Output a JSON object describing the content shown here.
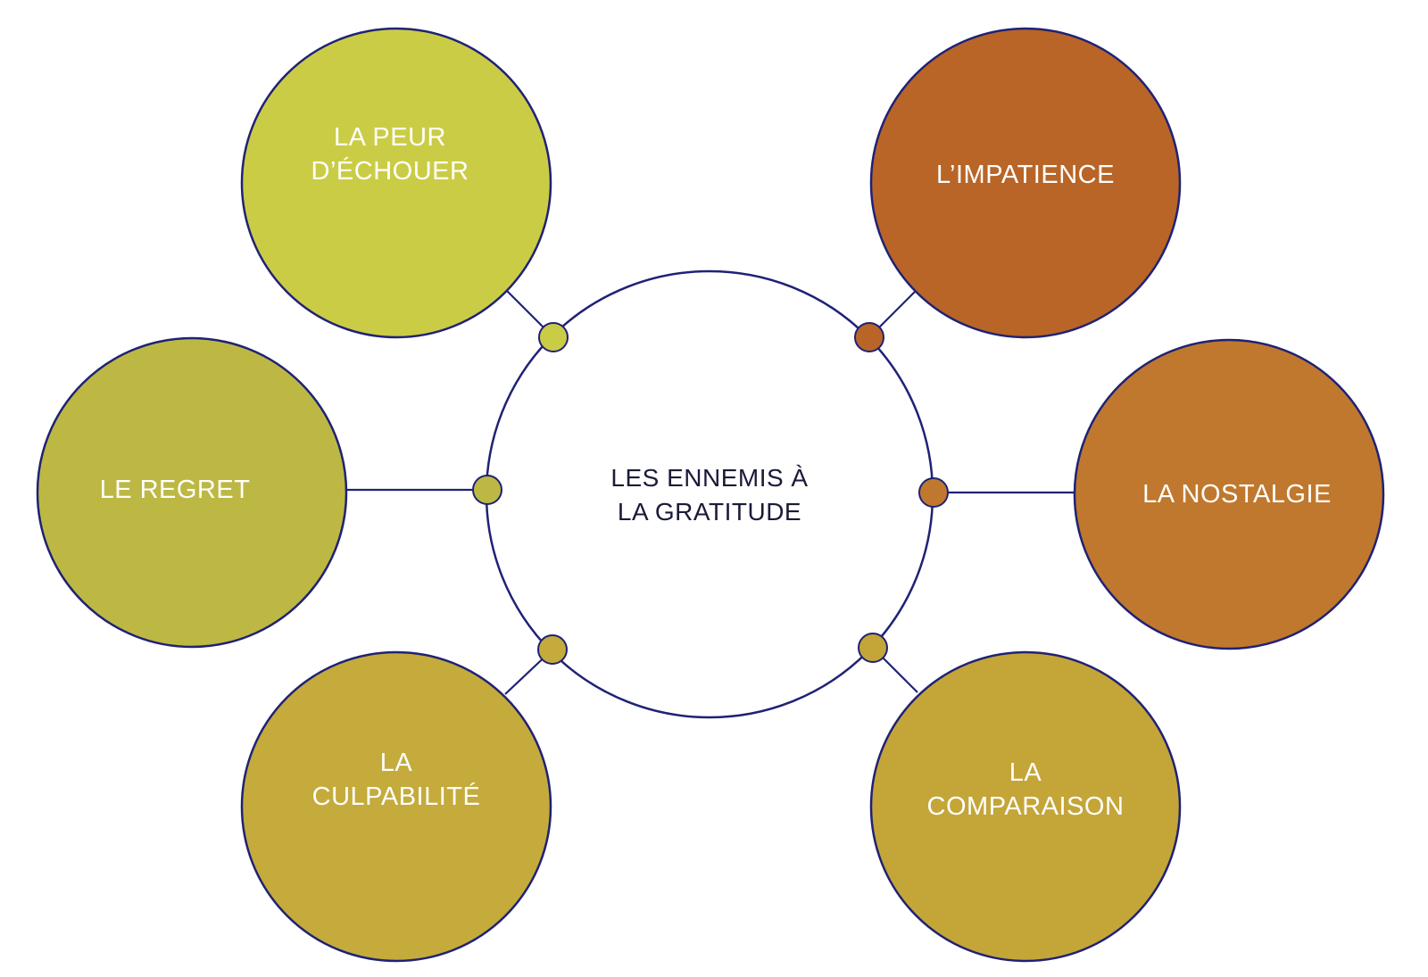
{
  "colors": {
    "outline": "#1f2275",
    "center_fill": "#ffffff",
    "center_text": "#1a1a3a",
    "node_text": "#ffffff"
  },
  "center": {
    "lines": [
      "LES ENNEMIS À",
      "LA GRATITUDE"
    ]
  },
  "nodes": [
    {
      "id": "la-peur-dechouer",
      "lines": [
        "LA PEUR",
        "D’ÉCHOUER"
      ],
      "color": "#cbcc46"
    },
    {
      "id": "limpatience",
      "lines": [
        "L’IMPATIENCE"
      ],
      "color": "#b86527"
    },
    {
      "id": "le-regret",
      "lines": [
        "LE REGRET"
      ],
      "color": "#bdb843"
    },
    {
      "id": "la-nostalgie",
      "lines": [
        "LA NOSTALGIE"
      ],
      "color": "#c0782e"
    },
    {
      "id": "la-culpabilite",
      "lines": [
        "LA",
        "CULPABILITÉ"
      ],
      "color": "#c4ab3b"
    },
    {
      "id": "la-comparaison",
      "lines": [
        "LA",
        "COMPARAISON"
      ],
      "color": "#c4a538"
    }
  ]
}
